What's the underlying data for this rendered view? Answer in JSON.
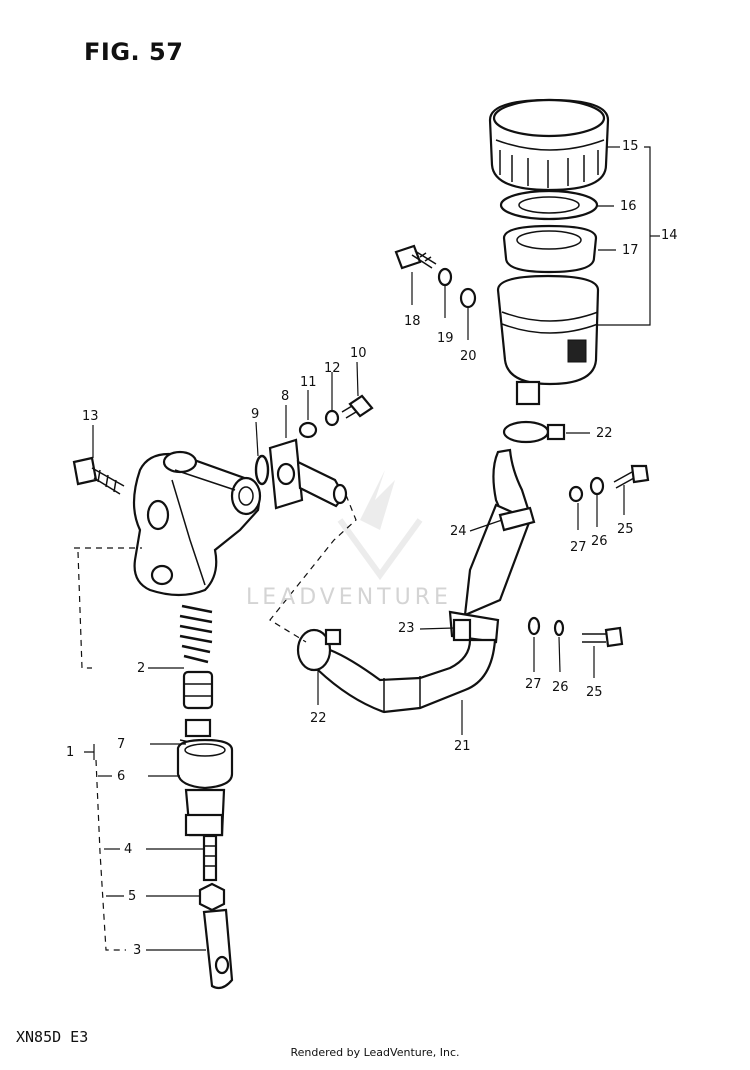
{
  "figure_title": "FIG. 57",
  "model_code": "XN85D E3",
  "footer": "Rendered by LeadVenture, Inc.",
  "watermark": "LEADVENTURE",
  "labels": {
    "l1": "1",
    "l2": "2",
    "l3": "3",
    "l4": "4",
    "l5": "5",
    "l6": "6",
    "l7": "7",
    "l8": "8",
    "l9": "9",
    "l10": "10",
    "l11": "11",
    "l12": "12",
    "l13": "13",
    "l14": "14",
    "l15": "15",
    "l16": "16",
    "l17": "17",
    "l18": "18",
    "l19": "19",
    "l20": "20",
    "l21": "21",
    "l22a": "22",
    "l22b": "22",
    "l23": "23",
    "l24": "24",
    "l25a": "25",
    "l25b": "25",
    "l26a": "26",
    "l26b": "26",
    "l27a": "27",
    "l27b": "27"
  }
}
